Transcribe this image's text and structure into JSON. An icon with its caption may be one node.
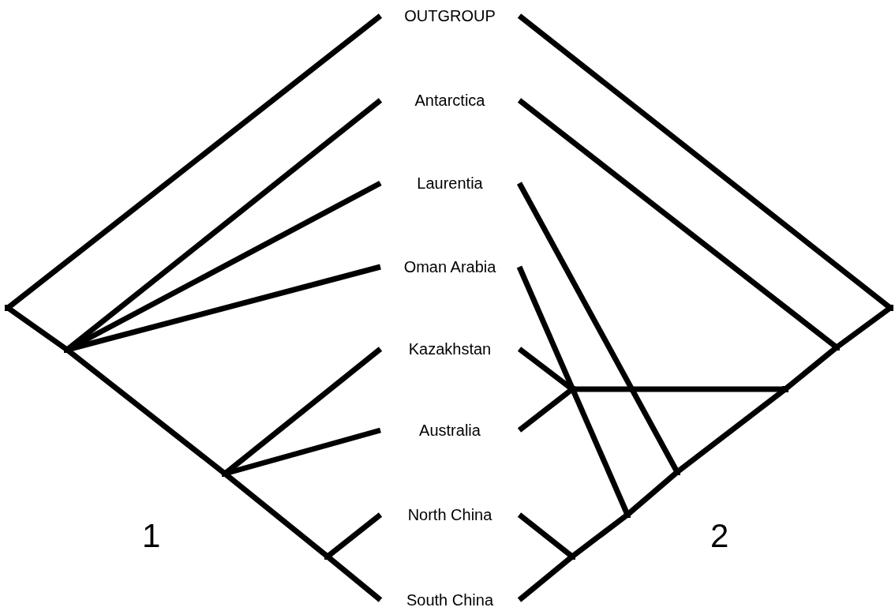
{
  "diagram": {
    "nodes": [
      {
        "text": [
          "OUTGROUP"
        ]
      },
      {
        "text": [
          "Antarctica"
        ]
      },
      {
        "text": [
          "Laurentia"
        ]
      },
      {
        "text": [
          "Oman Arabia"
        ]
      },
      {
        "text": [
          "Kazakhstan"
        ]
      },
      {
        "text": [
          "Australia"
        ]
      },
      {
        "text": [
          "North China"
        ]
      },
      {
        "text": [
          "South China"
        ]
      },
      {
        "text": [],
        "shape": "point"
      },
      {
        "text": [],
        "shape": "point"
      },
      {
        "text": [],
        "shape": "point"
      },
      {
        "text": [],
        "shape": "point"
      },
      {
        "text": [],
        "shape": "point"
      },
      {
        "text": [],
        "shape": "point"
      },
      {
        "text": [],
        "shape": "point"
      },
      {
        "text": [],
        "shape": "point"
      },
      {
        "text": [],
        "shape": "point"
      },
      {
        "text": [],
        "shape": "point"
      },
      {
        "text": [],
        "shape": "point"
      }
    ],
    "edges": [
      {
        "from": 8,
        "to": 0,
        "arrow": "none"
      },
      {
        "from": 8,
        "to": 9,
        "arrow": "none"
      },
      {
        "from": 9,
        "to": 1,
        "arrow": "none"
      },
      {
        "from": 9,
        "to": 2,
        "arrow": "none"
      },
      {
        "from": 9,
        "to": 3,
        "arrow": "none"
      },
      {
        "from": 9,
        "to": 10,
        "arrow": "none"
      },
      {
        "from": 10,
        "to": 4,
        "arrow": "none"
      },
      {
        "from": 10,
        "to": 5,
        "arrow": "none"
      },
      {
        "from": 10,
        "to": 11,
        "arrow": "none"
      },
      {
        "from": 11,
        "to": 6,
        "arrow": "none"
      },
      {
        "from": 11,
        "to": 7,
        "arrow": "none"
      },
      {
        "from": 12,
        "to": 0,
        "arrow": "none"
      },
      {
        "from": 12,
        "to": 13,
        "arrow": "none"
      },
      {
        "from": 13,
        "to": 1,
        "arrow": "none"
      },
      {
        "from": 13,
        "to": 14,
        "arrow": "none"
      },
      {
        "from": 14,
        "to": 15,
        "arrow": "none"
      },
      {
        "from": 15,
        "to": 4,
        "arrow": "none"
      },
      {
        "from": 15,
        "to": 5,
        "arrow": "none"
      },
      {
        "from": 14,
        "to": 16,
        "arrow": "none"
      },
      {
        "from": 16,
        "to": 2,
        "arrow": "none"
      },
      {
        "from": 16,
        "to": 17,
        "arrow": "none"
      },
      {
        "from": 17,
        "to": 3,
        "arrow": "none"
      },
      {
        "from": 17,
        "to": 18,
        "arrow": "none"
      },
      {
        "from": 18,
        "to": 6,
        "arrow": "none"
      },
      {
        "from": 18,
        "to": 7,
        "arrow": "none"
      }
    ],
    "labels": [
      "1",
      "2"
    ]
  }
}
